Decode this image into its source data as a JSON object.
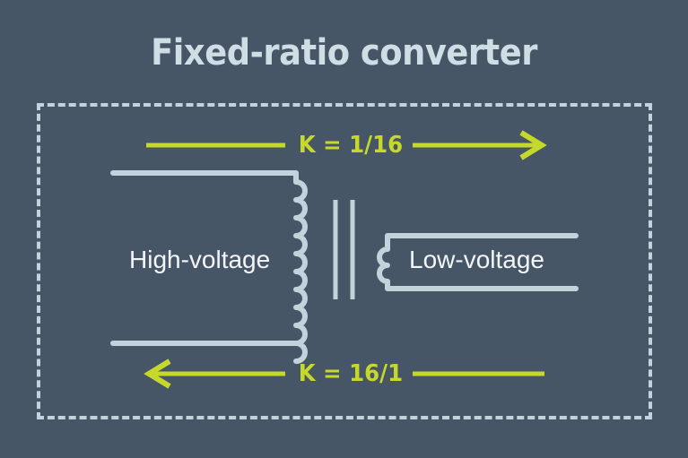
{
  "theme": {
    "background": "#475666",
    "line_color": "#c3d3dc",
    "accent_color": "#c6d92b",
    "title_color": "#cfdde4",
    "label_color": "#f2f6f8"
  },
  "header": {
    "title": "Fixed-ratio converter"
  },
  "diagram": {
    "frame": {
      "style": "dashed"
    },
    "windings": [
      {
        "id": "high-voltage",
        "label": "High-voltage",
        "side": "primary",
        "turns": 16
      },
      {
        "id": "low-voltage",
        "label": "Low-voltage",
        "side": "secondary",
        "turns": 1
      }
    ],
    "core": {
      "lines": 2
    },
    "arrows": [
      {
        "id": "forward-ratio",
        "label": "K = 1/16",
        "direction": "right",
        "position": "top"
      },
      {
        "id": "reverse-ratio",
        "label": "K = 16/1",
        "direction": "left",
        "position": "bottom"
      }
    ]
  }
}
